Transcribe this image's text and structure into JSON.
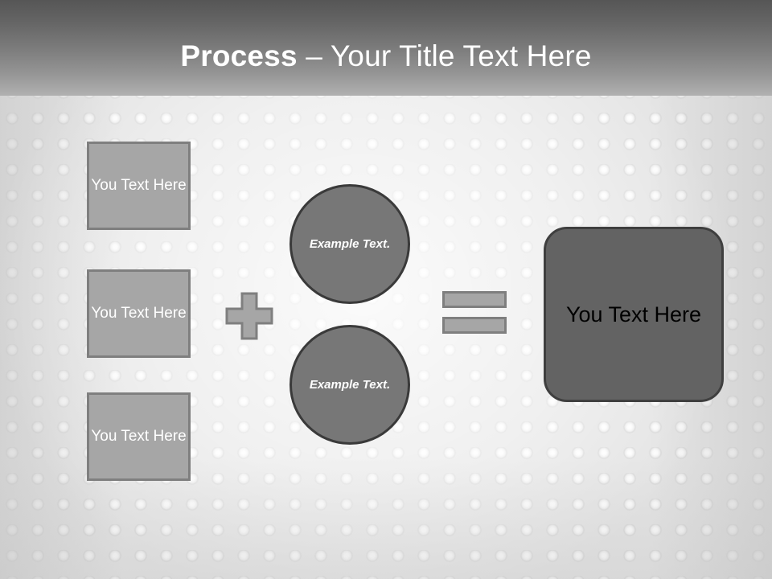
{
  "header": {
    "title_bold": "Process",
    "title_separator": " – ",
    "title_rest": "Your Title Text Here",
    "background_top_color": "#565656",
    "background_bottom_color": "#b0b0b0",
    "text_color": "#ffffff"
  },
  "slide": {
    "background_color": "#e4e4e4",
    "dot_highlight_color": "#ffffff",
    "dot_shadow_color": "#d8d8d8"
  },
  "inputs": {
    "boxes": [
      {
        "label": "You Text Here",
        "fill_color": "#a6a6a6",
        "border_color": "#7f7f7f",
        "text_color": "#ffffff"
      },
      {
        "label": "You Text Here",
        "fill_color": "#a6a6a6",
        "border_color": "#7f7f7f",
        "text_color": "#ffffff"
      },
      {
        "label": "You Text Here",
        "fill_color": "#a6a6a6",
        "border_color": "#7f7f7f",
        "text_color": "#ffffff"
      }
    ]
  },
  "operators": {
    "plus": {
      "symbol": "+",
      "fill_color": "#a6a6a6",
      "border_color": "#7f7f7f"
    },
    "equals": {
      "symbol": "=",
      "fill_color": "#a6a6a6",
      "border_color": "#7f7f7f"
    }
  },
  "circles": [
    {
      "label": "Example Text.",
      "fill_color": "#777777",
      "border_color": "#3a3a3a",
      "text_color": "#ffffff"
    },
    {
      "label": "Example Text.",
      "fill_color": "#777777",
      "border_color": "#3a3a3a",
      "text_color": "#ffffff"
    }
  ],
  "result": {
    "label": "You Text Here",
    "fill_color": "#636363",
    "border_color": "#3f3f3f",
    "text_color": "#000000"
  }
}
